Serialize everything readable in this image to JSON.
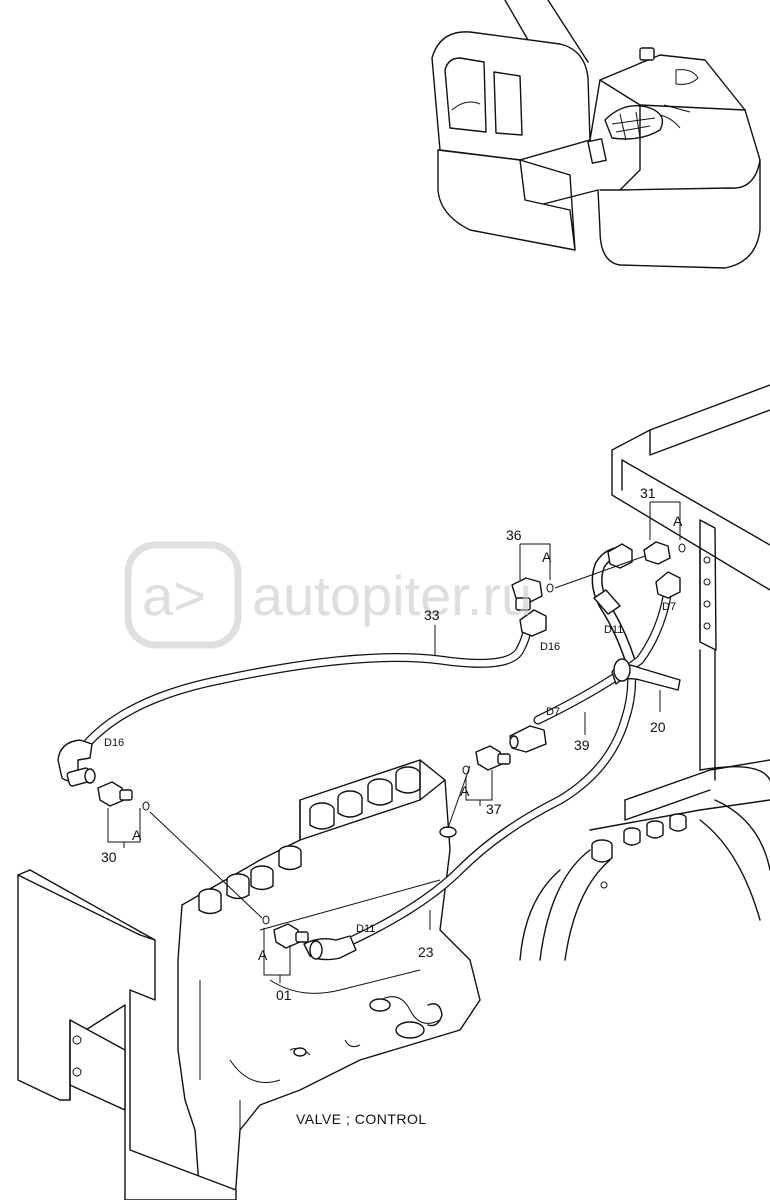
{
  "caption": "VALVE ; CONTROL",
  "watermark": {
    "text": "autopiter.ru",
    "logo_glyph": "a>"
  },
  "callouts": {
    "p01": "01",
    "p20": "20",
    "p23": "23",
    "p30": "30",
    "p31": "31",
    "p33": "33",
    "p36": "36",
    "p37": "37",
    "p39": "39"
  },
  "group_marks": {
    "a_30": "A",
    "a_01": "A",
    "a_37": "A",
    "a_36": "A",
    "a_31": "A"
  },
  "hose_marks": {
    "d16_upper": "D16",
    "d16_left": "D16",
    "d7_right": "D7",
    "d7_mid": "D7",
    "d11_upper": "D11",
    "d11_lower": "D11"
  },
  "colors": {
    "ink": "#111111",
    "paper": "#ffffff",
    "watermark": "#c9c9c9"
  }
}
